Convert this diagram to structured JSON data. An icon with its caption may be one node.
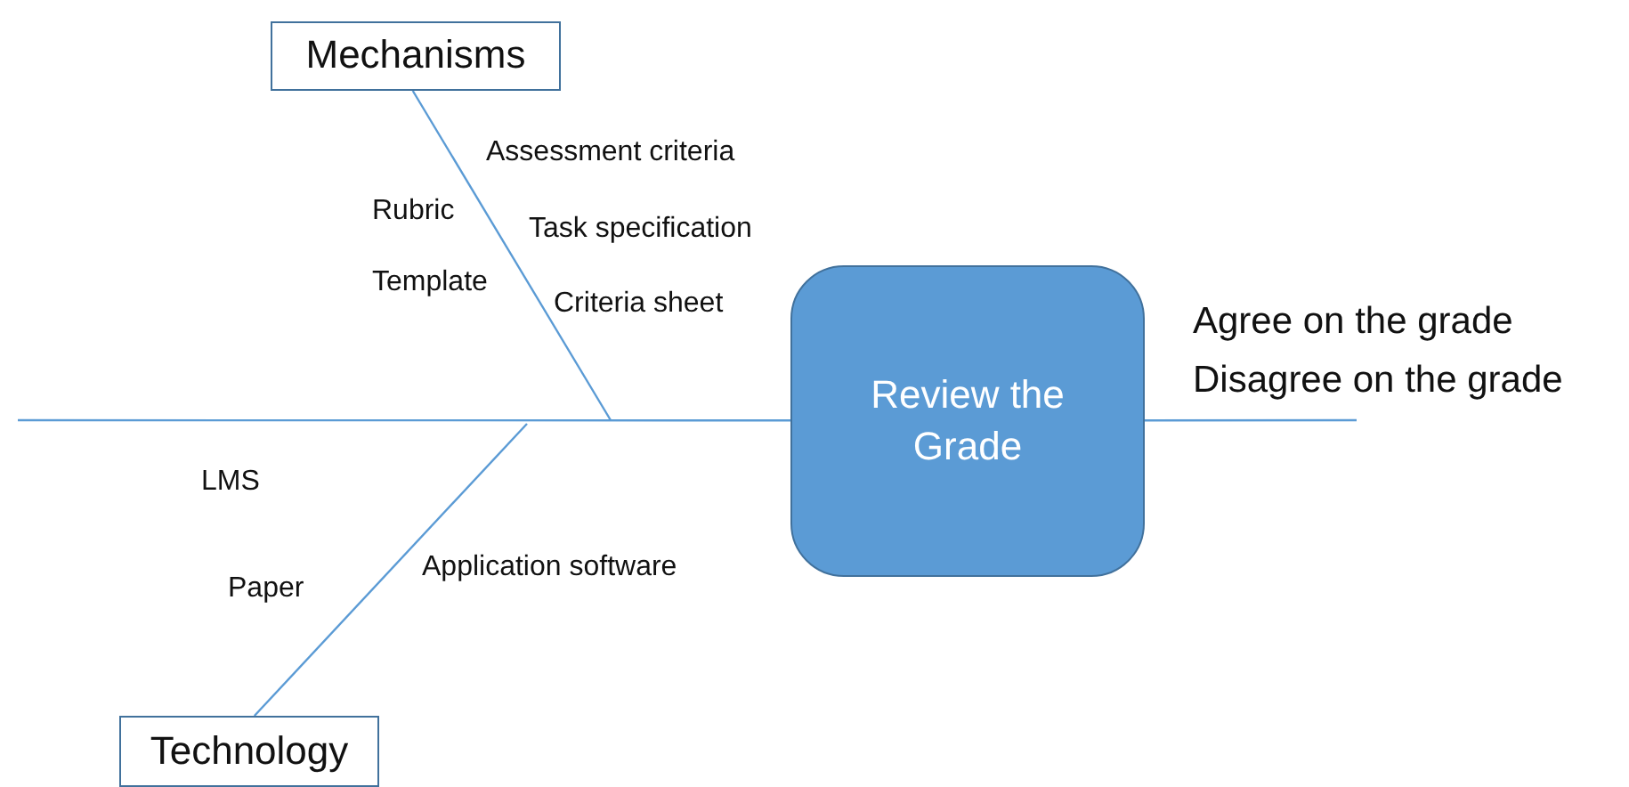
{
  "diagram": {
    "nodes": [
      {
        "text": [
          "Mechanisms"
        ]
      },
      {
        "text": [
          "Technology"
        ]
      },
      {
        "text": [
          "Review the Grade"
        ]
      }
    ],
    "edges": [
      {
        "from": null,
        "to": 2,
        "arrow": "none"
      },
      {
        "from": 2,
        "to": null,
        "arrow": "none"
      },
      {
        "from": 0,
        "to": null,
        "arrow": "none"
      },
      {
        "from": 1,
        "to": null,
        "arrow": "none"
      }
    ],
    "labels": [
      "Assessment criteria",
      "Rubric",
      "Task specification",
      "Template",
      "Criteria sheet",
      "LMS",
      "Application software",
      "Paper",
      "Agree on the grade",
      "Disagree on the grade"
    ]
  }
}
